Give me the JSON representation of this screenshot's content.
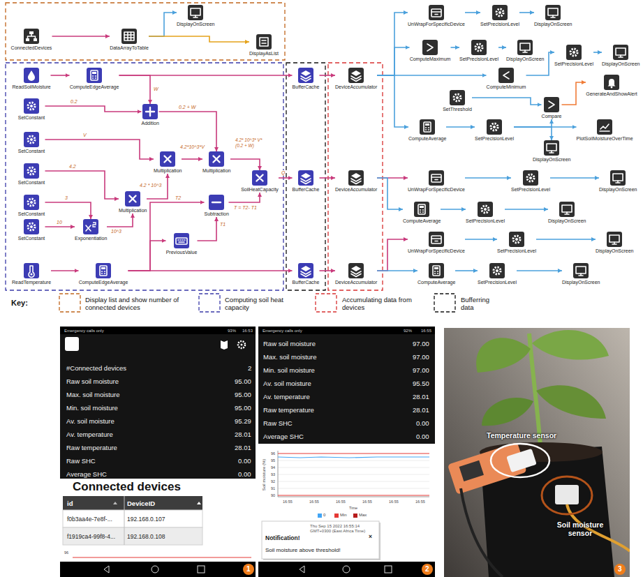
{
  "diagram": {
    "nodes": [
      {
        "text": [
          "ConnectedDevices"
        ]
      },
      {
        "text": [
          "DataArrayToTable"
        ]
      },
      {
        "text": [
          "DisplayOnScreen"
        ]
      },
      {
        "text": [
          "DisplayAsList"
        ]
      },
      {
        "text": [
          "ReadSoilMoisture"
        ]
      },
      {
        "text": [
          "ComputeEdgeAverage"
        ]
      },
      {
        "text": [
          "SetConstant"
        ]
      },
      {
        "text": [
          "Addition"
        ]
      },
      {
        "text": [
          "SetConstant"
        ]
      },
      {
        "text": [
          "Multiplication"
        ]
      },
      {
        "text": [
          "Multiplication"
        ]
      },
      {
        "text": [
          "SetConstant"
        ]
      },
      {
        "text": [
          "SetConstant"
        ]
      },
      {
        "text": [
          "Multiplication"
        ]
      },
      {
        "text": [
          "Subtraction"
        ]
      },
      {
        "text": [
          "SoilHeatCapacity"
        ]
      },
      {
        "text": [
          "SetConstant"
        ]
      },
      {
        "text": [
          "Exponentiation"
        ]
      },
      {
        "text": [
          "PreviousValue"
        ]
      },
      {
        "text": [
          "ReadTemperature"
        ]
      },
      {
        "text": [
          "ComputeEdgeAverage"
        ]
      },
      {
        "text": [
          "BufferCache"
        ]
      },
      {
        "text": [
          "BufferCache"
        ]
      },
      {
        "text": [
          "BufferCache"
        ]
      },
      {
        "text": [
          "DeviceAccumulator"
        ]
      },
      {
        "text": [
          "DeviceAccumulator"
        ]
      },
      {
        "text": [
          "DeviceAccumulator"
        ]
      },
      {
        "text": [
          "UnWrapForSpecificDevice"
        ]
      },
      {
        "text": [
          "SetPrecisionLevel"
        ]
      },
      {
        "text": [
          "DisplayOnScreen"
        ]
      },
      {
        "text": [
          "ComputeMaximum"
        ]
      },
      {
        "text": [
          "SetPrecisionLevel"
        ]
      },
      {
        "text": [
          "DisplayOnScreen"
        ]
      },
      {
        "text": [
          "SetPrecisionLevel"
        ]
      },
      {
        "text": [
          "DisplayOnScreen"
        ]
      },
      {
        "text": [
          "ComputeMinimum"
        ]
      },
      {
        "text": [
          "GenerateAndShowAlert"
        ]
      },
      {
        "text": [
          "SetThreshold"
        ]
      },
      {
        "text": [
          "Compare"
        ]
      },
      {
        "text": [
          "ComputeAverage"
        ]
      },
      {
        "text": [
          "SetPrecisionLevel"
        ]
      },
      {
        "text": [
          "PlotSoilMoistureOverTime"
        ]
      },
      {
        "text": [
          "DisplayOnScreen"
        ]
      },
      {
        "text": [
          "UnWrapForSpecificDevice"
        ]
      },
      {
        "text": [
          "SetPrecisionLevel"
        ]
      },
      {
        "text": [
          "DisplayOnScreen"
        ]
      },
      {
        "text": [
          "ComputeAverage"
        ]
      },
      {
        "text": [
          "SetPrecisionLevel"
        ]
      },
      {
        "text": [
          "DisplayOnScreen"
        ]
      },
      {
        "text": [
          "UnWrapForSpecificDevice"
        ]
      },
      {
        "text": [
          "SetPrecisionLevel"
        ]
      },
      {
        "text": [
          "DisplayOnScreen"
        ]
      },
      {
        "text": [
          "ComputeAverage"
        ]
      },
      {
        "text": [
          "SetPrecisionLevel"
        ]
      },
      {
        "text": [
          "DisplayOnScreen"
        ]
      }
    ],
    "edges": [
      {
        "from": 0,
        "to": 1,
        "arrow": "to"
      },
      {
        "from": 1,
        "to": 2,
        "arrow": "to"
      },
      {
        "from": 1,
        "to": 3,
        "arrow": "to"
      },
      {
        "from": 4,
        "to": 5,
        "arrow": "to"
      },
      {
        "from": 5,
        "to": 21,
        "arrow": "to"
      },
      {
        "from": 5,
        "to": 7,
        "label": "W",
        "arrow": "to"
      },
      {
        "from": 6,
        "to": 7,
        "label": "0.2",
        "arrow": "to"
      },
      {
        "from": 7,
        "to": 10,
        "label": "0.2 + W",
        "arrow": "to"
      },
      {
        "from": 8,
        "to": 9,
        "label": "V",
        "arrow": "to"
      },
      {
        "from": 13,
        "to": 9,
        "label": "4.2 * 10^3",
        "arrow": "to"
      },
      {
        "from": 9,
        "to": 10,
        "label": "4.2*10^3*V",
        "arrow": "to"
      },
      {
        "from": 10,
        "to": 15,
        "label": "4.2* 10^3* V* (0.2 + W)",
        "arrow": "to"
      },
      {
        "from": 11,
        "to": 13,
        "label": "4.2",
        "arrow": "to"
      },
      {
        "from": 12,
        "to": 17,
        "label": "3",
        "arrow": "to"
      },
      {
        "from": 16,
        "to": 17,
        "label": "10",
        "arrow": "to"
      },
      {
        "from": 17,
        "to": 13,
        "label": "10^3",
        "arrow": "to"
      },
      {
        "from": 19,
        "to": 20,
        "arrow": "to"
      },
      {
        "from": 20,
        "to": 14,
        "label": "T2",
        "arrow": "to"
      },
      {
        "from": 20,
        "to": 18,
        "arrow": "to"
      },
      {
        "from": 18,
        "to": 14,
        "label": "T1",
        "arrow": "to"
      },
      {
        "from": 14,
        "to": 15,
        "label": "T = T2- T1",
        "arrow": "to"
      },
      {
        "from": 15,
        "to": 22,
        "label": "Q",
        "arrow": "to"
      },
      {
        "from": 20,
        "to": 23,
        "arrow": "to"
      },
      {
        "from": 21,
        "to": 24,
        "arrow": "to"
      },
      {
        "from": 22,
        "to": 25,
        "arrow": "to"
      },
      {
        "from": 23,
        "to": 26,
        "arrow": "to"
      },
      {
        "from": 24,
        "to": 27,
        "arrow": "to"
      },
      {
        "from": 24,
        "to": 30,
        "arrow": "to"
      },
      {
        "from": 24,
        "to": 35,
        "arrow": "to"
      },
      {
        "from": 24,
        "to": 39,
        "arrow": "to"
      },
      {
        "from": 27,
        "to": 28,
        "arrow": "to"
      },
      {
        "from": 28,
        "to": 29,
        "arrow": "to"
      },
      {
        "from": 30,
        "to": 31,
        "arrow": "to"
      },
      {
        "from": 31,
        "to": 32,
        "arrow": "to"
      },
      {
        "from": 35,
        "to": 33,
        "arrow": "to"
      },
      {
        "from": 33,
        "to": 34,
        "arrow": "to"
      },
      {
        "from": 37,
        "to": 38,
        "arrow": "to"
      },
      {
        "from": 38,
        "to": 36,
        "arrow": "to"
      },
      {
        "from": 39,
        "to": 40,
        "arrow": "to"
      },
      {
        "from": 40,
        "to": 41,
        "arrow": "to"
      },
      {
        "from": 40,
        "to": 38,
        "arrow": "to"
      },
      {
        "from": 40,
        "to": 42,
        "arrow": "to"
      },
      {
        "from": 25,
        "to": 43,
        "arrow": "to"
      },
      {
        "from": 43,
        "to": 44,
        "arrow": "to"
      },
      {
        "from": 44,
        "to": 45,
        "arrow": "to"
      },
      {
        "from": 25,
        "to": 46,
        "arrow": "to"
      },
      {
        "from": 46,
        "to": 47,
        "arrow": "to"
      },
      {
        "from": 47,
        "to": 48,
        "arrow": "to"
      },
      {
        "from": 26,
        "to": 49,
        "arrow": "to"
      },
      {
        "from": 49,
        "to": 50,
        "arrow": "to"
      },
      {
        "from": 50,
        "to": 51,
        "arrow": "to"
      },
      {
        "from": 26,
        "to": 52,
        "arrow": "to"
      },
      {
        "from": 52,
        "to": 53,
        "arrow": "to"
      },
      {
        "from": 53,
        "to": 54,
        "arrow": "to"
      }
    ],
    "labels": [
      "Key:",
      "Emergency calls only",
      "93%",
      "16:53",
      "#Connected devices",
      "2",
      "Raw soil moisture",
      "95.00",
      "Max. soil moisture",
      "95.00",
      "Min. soil moisture",
      "95.00",
      "Av. soil moisture",
      "95.29",
      "Av. temperature",
      "28.01",
      "Raw temperature",
      "28.01",
      "Raw SHC",
      "0.00",
      "Average SHC",
      "0.00",
      "Connected devices",
      "id",
      "DeviceID",
      "f0b3aa4e-7e8f-...",
      "192.168.0.107",
      "f1919ca4-99f8-4...",
      "192.168.0.108",
      "96",
      "1",
      "Emergency calls only",
      "92%",
      "16:55",
      "Raw soil moisture",
      "97.00",
      "Max. soil moisture",
      "97.00",
      "Min. soil moisture",
      "97.00",
      "Av. soil moisture",
      "95.50",
      "Av. temperature",
      "28.01",
      "Raw temperature",
      "28.01",
      "Raw SHC",
      "0.00",
      "Average SHC",
      "0.00",
      "96",
      "95",
      "94",
      "93",
      "92",
      "91",
      "90",
      "Soil moisture (%)",
      "16:55",
      "16:55",
      "16:55",
      "16:55",
      "16:55",
      "16:55",
      "Time",
      "0",
      "Min",
      "Max",
      "Thu Sep 15 2022 16:55:14 GMT+0300 (East Africa Time)",
      "Notification!",
      "×",
      "Soil moisture above threshold!",
      "2",
      "Temperature sensor",
      "Soil moisture sensor",
      "3"
    ],
    "legend": [
      {
        "text": "Display list and show number of connected devices"
      },
      {
        "text": "Computing soil heat capacity"
      },
      {
        "text": "Accumulating data from devices"
      },
      {
        "text": "Bufferring data"
      }
    ]
  }
}
